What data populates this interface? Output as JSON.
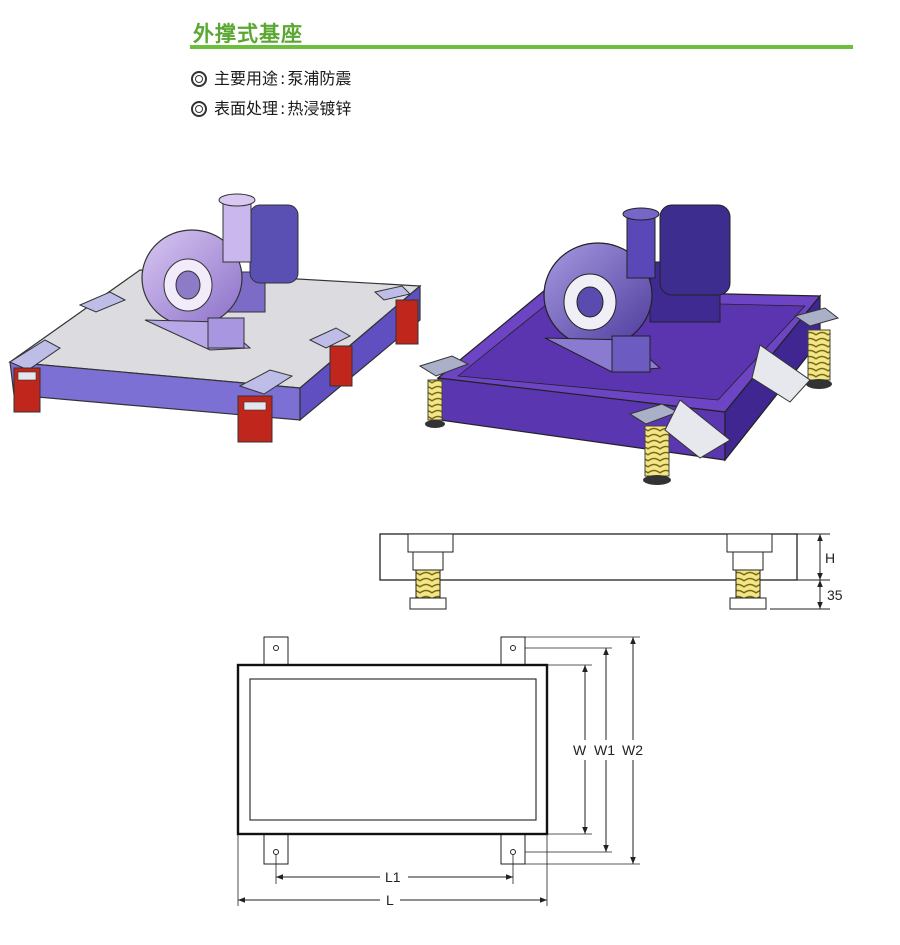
{
  "title": "外撑式基座",
  "items": [
    {
      "label": "主要用途",
      "value": "泵浦防震"
    },
    {
      "label": "表面处理",
      "value": "热浸镀锌"
    }
  ],
  "dimensions": {
    "side": {
      "height": "H",
      "spring": "35"
    },
    "top": {
      "w": "W",
      "w1": "W1",
      "w2": "W2",
      "l1": "L1",
      "l": "L"
    }
  },
  "colors": {
    "accent": "#6cbf3a",
    "title": "#5aa832",
    "purple": "#6a3fb8",
    "lightpurple": "#9b86d6",
    "red": "#c0261b",
    "yellow": "#e0c020"
  }
}
